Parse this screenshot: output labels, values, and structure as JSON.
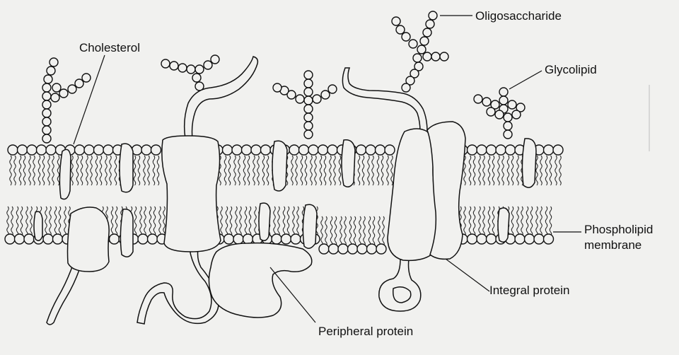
{
  "labels": {
    "oligosaccharide": "Oligosaccharide",
    "cholesterol": "Cholesterol",
    "glycolipid": "Glycolipid",
    "phospholipid_line1": "Phospholipid",
    "phospholipid_line2": "membrane",
    "integral_protein": "Integral protein",
    "peripheral_protein": "Peripheral protein"
  },
  "colors": {
    "background": "#f1f1ef",
    "ink": "#111111"
  }
}
